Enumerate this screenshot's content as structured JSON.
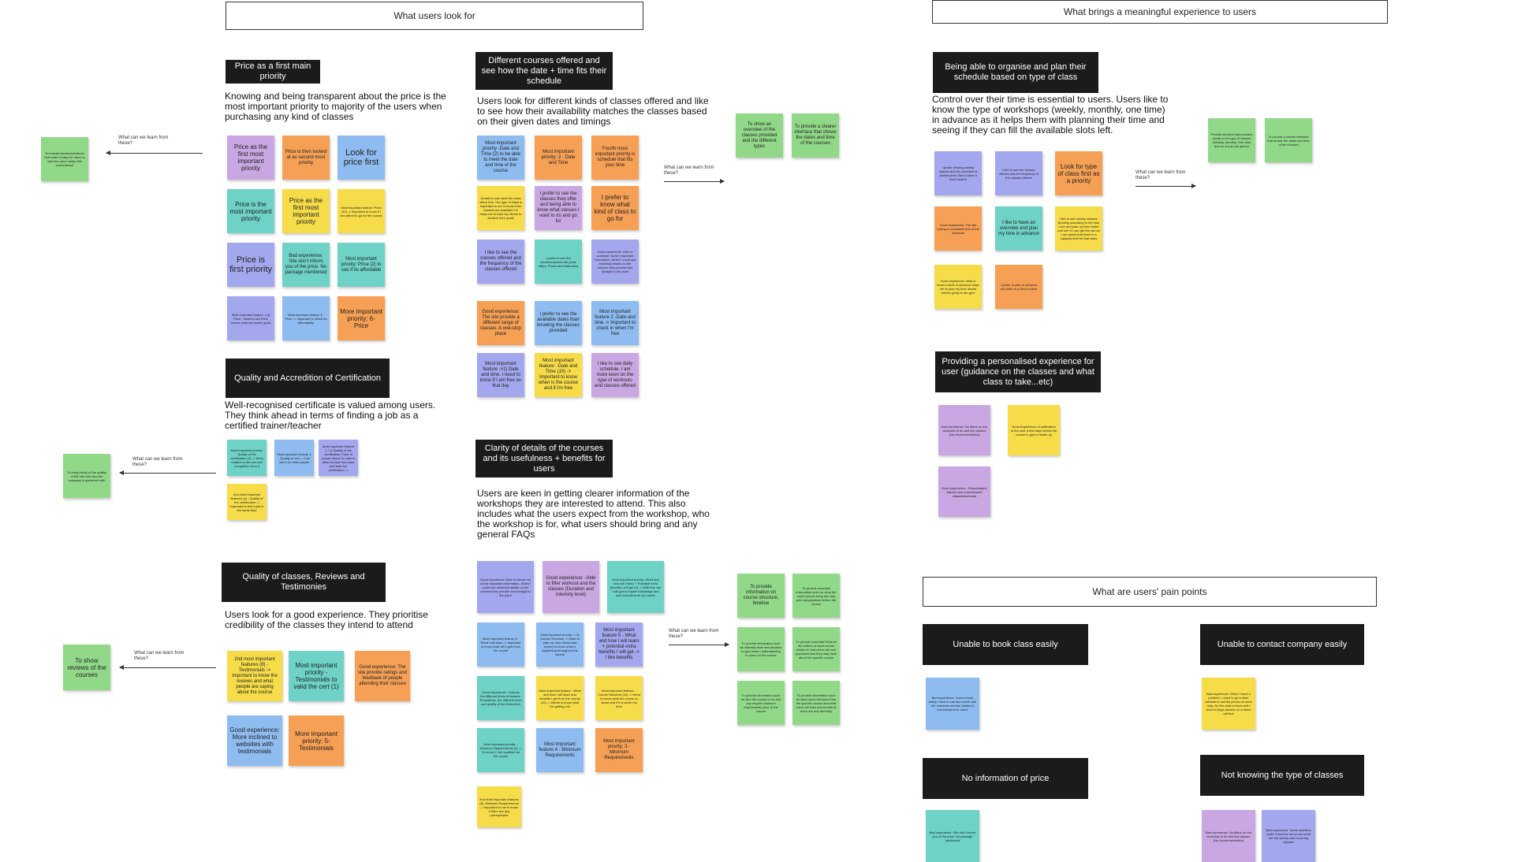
{
  "sections": {
    "users_look_for": "What users look for",
    "meaningful": "What brings a meaningful experience to users",
    "pain_points": "What are users' pain points"
  },
  "price": {
    "header": "Price as a first main priority",
    "desc": "Knowing and being transparent about the price is the most important priority to majority of the users when purchasing any kind of classes",
    "notes": [
      "Price as the first most important priority",
      "Price is then looked at as second most priority",
      "Look for price first",
      "Price is the most important priority",
      "Price as the first most important priority",
      "Most important feature: Price (10) -> Important to know if I can afford to go for the course",
      "Price is first priority",
      "Bad experience: Site don't inform you of the price. No package mentioned",
      "Most important priority: Price (2) to see if its affordable",
      "Most important feature ->4) Price - Want to see if the course suits my career goals",
      "Most important feature 3 - Price -> Important to check its affordability",
      "More important priority: 6- Price"
    ],
    "ask": "What can we learn from these?",
    "learn": "To include elements/buttons that make it easy for users to view the price easily with convenience"
  },
  "quality": {
    "header": "Quality and Accredition of Certification",
    "desc": "Well-recognised certificate is valued among users. They think ahead in terms of finding a job as a certified trainer/teacher",
    "notes": [
      "Most important priority: Quality of the certification (1) -> What matters is the cert and recognition from it",
      "Most important feature 1 - Quality of cert -> Can use it for other places",
      "Most important feature 1->1) Quality of the certification (Time of course which I'm able to afford to take this class and take the certification...)",
      "2nd most important features (4) - Quality of the certification -> Important to find a job in the same field"
    ],
    "ask": "What can we learn from these?",
    "learn": "To bring clarity of the quality of the cert and who the company is partnered with"
  },
  "reviews": {
    "header": "Quality of classes, Reviews and Testimonies",
    "desc": "Users look for a good experience. They prioritise credibility of the classes they intend to attend",
    "notes": [
      "2nd most important features (8) -Testimonials -> Important to know the reviews and what people are saying about the course",
      "Most important priority -Testimonials to valid the cert (1)",
      "Good experience: The site provide ratings and feedback of people attending their classes",
      "Good experience: More inclined to websites with testimonials",
      "More important priority: 5- Testimonials"
    ],
    "ask": "What can we learn from these?",
    "learn": "To show reviews of the courses"
  },
  "courses": {
    "header": "Different courses offered and see how the date + time fits their schedule",
    "desc": "Users look for different kinds of classes offered and like to see how their availability matches the classes based on their given dates and timings",
    "notes": [
      "Most important priority -Date and Time (2) to be able to meet the date and time of the course",
      "Most important priority: 2 - Date and Time",
      "Fourth most important priority is schedule that fits your time",
      "Unable to see what the class offers first. The type of class is important to me to know if the classes are available if it helps me to train my clients to achieve their goals",
      "I prefer to see the classes they offer and being able to know what classes I want to do and go for",
      "I prefer to know what kind of class to go for",
      "I like to see the classes offered and the frequency of the classes offered",
      "I prefer to see the courses/classes the place offers, Prices and instructors",
      "Good experience: Able to schedule via the important information. When I could see essential details on the courses they provide and straight to the point",
      "Good experience: The site provide a different range of classes. A one-stop place",
      "I prefer to see the available dates than knowing the classes provided",
      "Most important feature 2 -Date and time -> Important to check in when I'm free",
      "Most important feature ->1) Date and time. I need to know if I am free on that day",
      "Most important feature: -Date and Time (10) -> Important to know when is the course and if I'm free",
      "I like to see daily schedule. I am more keen on the type of workouts and classes offered"
    ],
    "ask": "What can we learn from these?",
    "learn": [
      "To show an overview of the classes provided and the different types",
      "To provide a clearer interface that shows the dates and time of the courses"
    ]
  },
  "clarity": {
    "header": "Clarity of details of the courses and its usefulness + benefits for users",
    "desc": "Users are keen in getting clearer information of the workshops they are interested to attend. This also includes what the users expect from the workshop, who the workshop is for, what users should bring and any general FAQs",
    "notes": [
      "Good experience: Able to inform me on the important information. When I could see essential details on the courses they provide and straight to the point",
      "Good experience: -Able to filter workout and the classes (Duration and intensity level)",
      "Most important priority -What and how will I learn + Potential extra benefits I will get (3) -> With this one I will get to impart knowledge and earn income from my career",
      "Most important feature 3 -What I will learn -> Important to know what will I gain from the course",
      "Most important priority -> 3) Course Structure -> Want to plan my time ahead and expect to know what is happening throughout the course",
      "Most important feature 5 - What and how I will learn + potential extra benefits I will get -> I like benefits",
      "Good experience: -Informs the different kinds of classes. Promotions, the different level and quality of the instructors",
      "More important feature: -What and how I will learn and benefits I get from the course (10) -> Wants to know what I'm getting into",
      "Most important feature: -Course Structure (10) -> Need to know what the course is about and if it is worth my time",
      "Most important priority: -Minimum Requirements (2) -> To know if I am qualified for the course",
      "Most important feature 4 - Minimum Requirements",
      "Most important priority: 3 - Minimum Requirements",
      "2nd most important features (8) -Minimum Requirements -> Important to me to know if there are any prerequisites"
    ],
    "ask": "What can we learn from these?",
    "learn": [
      "To provide information on course structure, timeline",
      "To provide essential information such as what the users should bring and any prior preparations before the course",
      "To provide information such as intensity level and duration to give better understanding to users on the course",
      "To provide essential FAQs at the bottom of each course details so that users can see questions that they may have about the specific course",
      "To provide information such as who the course is for and any require minimum requirements prior to the course",
      "To provide information such as what users will learn from the specific course and what users will earn and benefit (if there are any benefits)"
    ]
  },
  "organise": {
    "header": "Being able to organise and plan their schedule based on type of class",
    "desc": "Control over their time is essential to users. Users like to know the type of workshops (weekly, monthly, one time) in advance as it helps them with planning their time and seeing if they can fill the available slots left.",
    "notes": [
      "I prefer viewing weekly classes and my schedule is packed and I like to have a fixed routine",
      "I like to see the classes offered and the frequency of the classes offered",
      "Look for type of class first as a priority",
      "Good experience: The site having a consistent look of the schedule",
      "I like to have an overview and plan my time in advance",
      "I like to see weekly classes. Booking according to the time I see and plan my time better and see if I can get the slot as I am aware that there is a capacity limit for that class",
      "Good experience: Able to book a week in advance helps me to plan my time ahead before going to the gym",
      "I prefer to plan in advance and stick to a fixed routine"
    ],
    "ask": "What can we learn from these?",
    "learn": [
      "Provide element that provides clarity to the type of classes (Weekly, Monthly, One-time and so on) at one glance",
      "To provide a clearer interface that shows the dates and time of the courses"
    ]
  },
  "personalised": {
    "header": "Providing a personalised experience for user (guidance on the classes and what class to take...etc)",
    "notes": [
      "Bad experience: No filters on the workouts to do and the classes (No recommendation)",
      "Good Experience: A notification to the user a few days before the course to give a heads up",
      "Good experience: -Personalised, tailored and customisable classes/workouts"
    ]
  },
  "pains": {
    "book": {
      "header": "Unable to book class easily",
      "note": "Bad experience: Cannot book easily. Have to call and check with the customer service. Makes it inconvenient for users"
    },
    "contact": {
      "header": "Unable to contact company easily",
      "note": "Bad experience: When I have a problem, I need to go to their website to call the person to seek help. No live chat to book and I tend to forgo classes on a direct call line"
    },
    "price": {
      "header": "No information of price",
      "note": "Bad experience: Site don't inform you of the price. No package mentioned"
    },
    "type": {
      "header": "Not knowing the type of classes",
      "notes": [
        "Bad experience: No filters on the workouts to do and the classes (No recommendation)",
        "Bad experience: Some websites make it hard for me to see what are the weekly and recurring classes"
      ]
    }
  },
  "colors": {
    "purple": "#c8a7e2",
    "orange": "#f6a055",
    "blue": "#8ebcf0",
    "teal": "#6ed2c6",
    "yellow": "#f6dc49",
    "green": "#91d989",
    "lavender": "#a3a7ee",
    "header": "#1b1b1b"
  }
}
